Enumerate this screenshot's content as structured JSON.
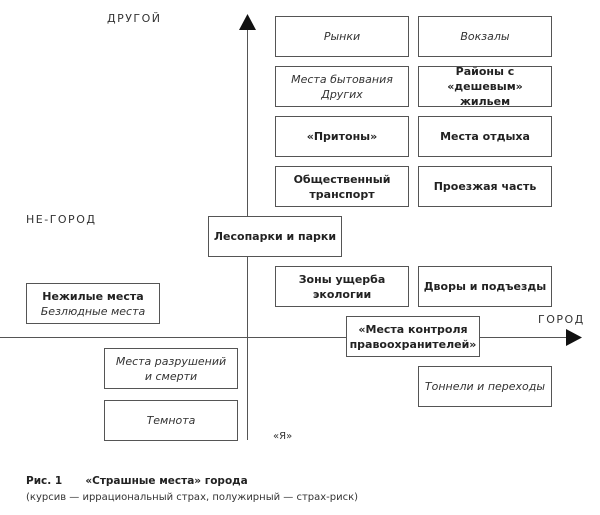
{
  "axes": {
    "y_top": "ДРУГОЙ",
    "x_left": "НЕ-ГОРОД",
    "x_right": "ГОРОД",
    "origin": "«Я»"
  },
  "boxes": [
    {
      "id": "rynki",
      "lines": [
        {
          "text": "Рынки",
          "style": "italic"
        }
      ]
    },
    {
      "id": "vokzaly",
      "lines": [
        {
          "text": "Вокзалы",
          "style": "italic"
        }
      ]
    },
    {
      "id": "mesta-bytovaniya",
      "lines": [
        {
          "text": "Места бытования",
          "style": "italic"
        },
        {
          "text": "Других",
          "style": "italic"
        }
      ]
    },
    {
      "id": "rayony",
      "lines": [
        {
          "text": "Районы с «дешевым»",
          "style": "bold"
        },
        {
          "text": "жильем",
          "style": "bold"
        }
      ]
    },
    {
      "id": "pritony",
      "lines": [
        {
          "text": "«Притоны»",
          "style": "bold"
        }
      ]
    },
    {
      "id": "mesta-otdykha",
      "lines": [
        {
          "text": "Места отдыха",
          "style": "bold"
        }
      ]
    },
    {
      "id": "transport",
      "lines": [
        {
          "text": "Общественный",
          "style": "bold"
        },
        {
          "text": "транспорт",
          "style": "bold"
        }
      ]
    },
    {
      "id": "proezzhaya",
      "lines": [
        {
          "text": "Проезжая часть",
          "style": "bold"
        }
      ]
    },
    {
      "id": "lesoparki",
      "lines": [
        {
          "text": "Лесопарки и парки",
          "style": "bold"
        }
      ]
    },
    {
      "id": "zony",
      "lines": [
        {
          "text": "Зоны ущерба",
          "style": "bold"
        },
        {
          "text": "экологии",
          "style": "bold"
        }
      ]
    },
    {
      "id": "dvory",
      "lines": [
        {
          "text": "Дворы и подъезды",
          "style": "bold"
        }
      ]
    },
    {
      "id": "nezhilye",
      "lines": [
        {
          "text": "Нежилые места",
          "style": "bold"
        },
        {
          "text": "Безлюдные места",
          "style": "italic"
        }
      ]
    },
    {
      "id": "kontrol",
      "lines": [
        {
          "text": "«Места контроля",
          "style": "bold"
        },
        {
          "text": "правоохранителей»",
          "style": "bold"
        }
      ]
    },
    {
      "id": "razrusheniya",
      "lines": [
        {
          "text": "Места разрушений",
          "style": "italic"
        },
        {
          "text": "и смерти",
          "style": "italic"
        }
      ]
    },
    {
      "id": "tonneli",
      "lines": [
        {
          "text": "Тоннели и переходы",
          "style": "italic"
        }
      ]
    },
    {
      "id": "temnota",
      "lines": [
        {
          "text": "Темнота",
          "style": "italic"
        }
      ]
    }
  ],
  "caption": {
    "fig_label": "Рис. 1",
    "title": "«Страшные места» города",
    "note": "(курсив — иррациональный страх, полужирный — страх-риск)"
  }
}
